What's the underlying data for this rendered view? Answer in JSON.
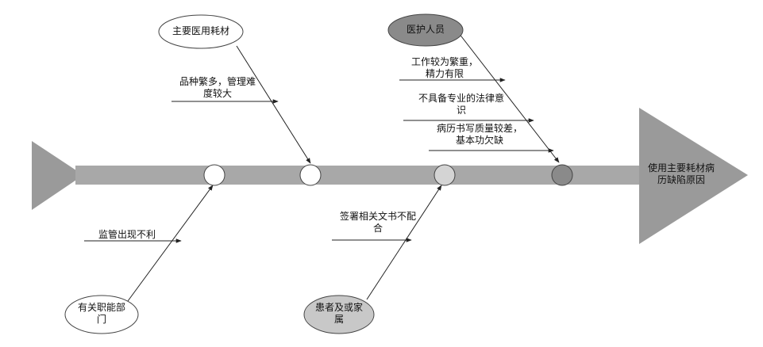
{
  "diagram": {
    "effect": [
      "使用主要耗材病",
      "历缺陷原因"
    ],
    "categories": [
      {
        "label": [
          "主要医用耗材"
        ],
        "fill": "#ffffff"
      },
      {
        "label": [
          "医护人员"
        ],
        "fill": "#8a8a8a"
      },
      {
        "label": [
          "有关职能部",
          "门"
        ],
        "fill": "#ffffff"
      },
      {
        "label": [
          "患者及或家",
          "属"
        ],
        "fill": "#c8c8c8"
      }
    ],
    "causes": [
      {
        "lines": [
          "品种繁多，管理难",
          "度较大"
        ]
      },
      {
        "lines": [
          "工作较为繁重，",
          "精力有限"
        ]
      },
      {
        "lines": [
          "不具备专业的法律意",
          "识"
        ]
      },
      {
        "lines": [
          "病历书写质量较差，",
          "基本功欠缺"
        ]
      },
      {
        "lines": [
          "监管出现不利"
        ]
      },
      {
        "lines": [
          "签署相关文书不配",
          "合"
        ]
      }
    ],
    "colors": {
      "spine": "#a8a8a8",
      "head": "#9a9a9a",
      "tail": "#9a9a9a",
      "line": "#222222"
    }
  }
}
